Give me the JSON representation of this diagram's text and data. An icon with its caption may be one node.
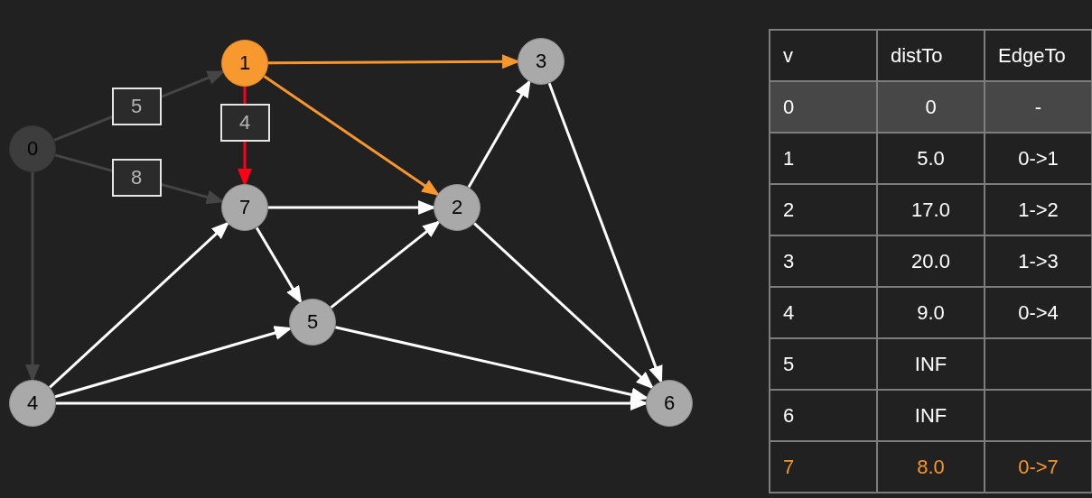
{
  "diagram": {
    "nodes": [
      {
        "text": [
          "0"
        ]
      },
      {
        "text": [
          "1"
        ]
      },
      {
        "text": [
          "2"
        ]
      },
      {
        "text": [
          "3"
        ]
      },
      {
        "text": [
          "4"
        ]
      },
      {
        "text": [
          "5"
        ]
      },
      {
        "text": [
          "6"
        ]
      },
      {
        "text": [
          "7"
        ]
      }
    ],
    "edges": [
      {
        "from": 0,
        "to": 1,
        "arrow": "to",
        "label": "5",
        "color": "#454545"
      },
      {
        "from": 0,
        "to": 7,
        "arrow": "to",
        "label": "8",
        "color": "#454545"
      },
      {
        "from": 0,
        "to": 4,
        "arrow": "to",
        "color": "#454545"
      },
      {
        "from": 1,
        "to": 3,
        "arrow": "to",
        "color": "#f7962d"
      },
      {
        "from": 1,
        "to": 2,
        "arrow": "to",
        "color": "#f7962d"
      },
      {
        "from": 1,
        "to": 7,
        "arrow": "to",
        "label": "4",
        "color": "#ff0019"
      },
      {
        "from": 7,
        "to": 2,
        "arrow": "to"
      },
      {
        "from": 7,
        "to": 5,
        "arrow": "to"
      },
      {
        "from": 2,
        "to": 3,
        "arrow": "to"
      },
      {
        "from": 3,
        "to": 6,
        "arrow": "to"
      },
      {
        "from": 2,
        "to": 6,
        "arrow": "to"
      },
      {
        "from": 5,
        "to": 2,
        "arrow": "to"
      },
      {
        "from": 5,
        "to": 6,
        "arrow": "to"
      },
      {
        "from": 4,
        "to": 7,
        "arrow": "to"
      },
      {
        "from": 4,
        "to": 5,
        "arrow": "to"
      },
      {
        "from": 4,
        "to": 6,
        "arrow": "to"
      }
    ],
    "labels": [
      "v",
      "distTo",
      "EdgeTo",
      "0",
      "0",
      "-",
      "1",
      "5.0",
      "0->1",
      "2",
      "17.0",
      "1->2",
      "3",
      "20.0",
      "1->3",
      "4",
      "9.0",
      "0->4",
      "5",
      "INF",
      "6",
      "INF",
      "7",
      "8.0",
      "0->7"
    ]
  }
}
